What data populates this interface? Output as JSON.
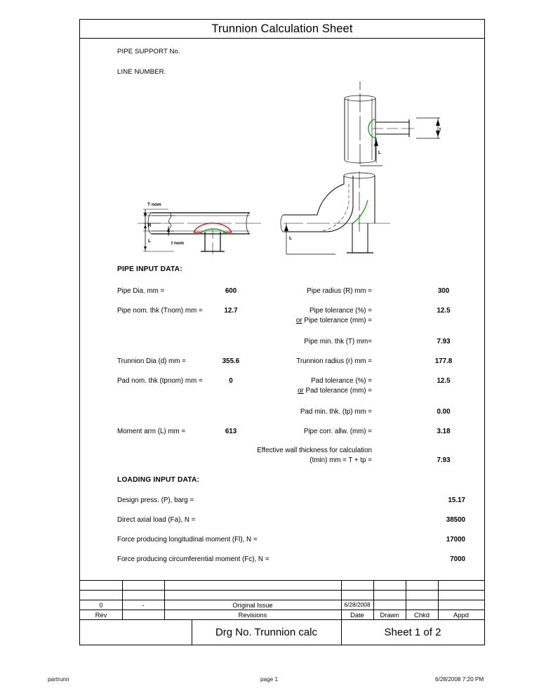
{
  "sheet": {
    "title": "Trunnion Calculation Sheet",
    "header_fields": [
      {
        "label": "PIPE SUPPORT No."
      },
      {
        "label": "LINE NUMBER."
      }
    ]
  },
  "pipe_input": {
    "heading": "PIPE INPUT DATA:",
    "left_rows": [
      {
        "label": "Pipe Dia. mm =",
        "value": "600"
      },
      {
        "label": "Pipe nom. thk (Tnom) mm =",
        "value": "12.7"
      },
      {
        "label": "Trunnion Dia (d) mm =",
        "value": "355.6"
      },
      {
        "label": "Pad nom. thk (tpnom) mm =",
        "value": "0"
      },
      {
        "label": "Moment arm (L) mm =",
        "value": "613"
      }
    ],
    "right_rows": [
      {
        "label": "Pipe radius (R) mm =",
        "value": "300"
      },
      {
        "label": "Pipe tolerance (%) =",
        "value": "12.5"
      },
      {
        "label_or": "or",
        "label": "Pipe tolerance (mm) =",
        "value": ""
      },
      {
        "label": "Pipe min. thk (T) mm=",
        "value": "7.93"
      },
      {
        "label": "Trunnion radius (r) mm =",
        "value": "177.8"
      },
      {
        "label": "Pad  tolerance (%) =",
        "value": "12.5"
      },
      {
        "label_or": "or",
        "label": "Pad tolerance (mm) =",
        "value": ""
      },
      {
        "label": "Pad min. thk. (tp) mm =",
        "value": "0.00"
      },
      {
        "label": "Pipe corr. allw. (mm) =",
        "value": "3.18"
      }
    ],
    "effective": {
      "line1": "Effective wall thickness for calculation",
      "line2": "(tmin) mm = T + tp =",
      "value": "7.93"
    }
  },
  "loading_input": {
    "heading": "LOADING INPUT DATA:",
    "rows": [
      {
        "label": "Design press. (P), barg =",
        "value": "15.17"
      },
      {
        "label": "Direct axial load (Fa), N =",
        "value": "38500"
      },
      {
        "label": "Force producing longitudinal moment (Fl), N =",
        "value": "17000"
      },
      {
        "label": "Force producing circumferential moment (Fc), N =",
        "value": "7000"
      }
    ]
  },
  "diagram": {
    "labels": {
      "t_nom_upper": "T nom",
      "radius": "R",
      "t_nom_lower": "t nom",
      "moment_arm": "L",
      "moment_arm_elbow": "L",
      "moment_arm_tee": "L",
      "thickness_tee": "t"
    },
    "colors": {
      "pad_outline": "#cc0000",
      "weld_line": "#00a800",
      "line": "#000000"
    }
  },
  "revision_table": {
    "rows": [
      {
        "rev": "",
        "by": "",
        "revisions": "",
        "date": "",
        "drawn": "",
        "chkd": "",
        "appd": ""
      },
      {
        "rev": "",
        "by": "",
        "revisions": "",
        "date": "",
        "drawn": "",
        "chkd": "",
        "appd": ""
      },
      {
        "rev": "0",
        "by": "-",
        "revisions": "Original Issue",
        "date": "6/28/2008",
        "drawn": "",
        "chkd": "",
        "appd": ""
      }
    ],
    "headers": {
      "rev": "Rev",
      "by": "",
      "revisions": "Revisions",
      "date": "Date",
      "drawn": "Drawn",
      "chkd": "Chkd",
      "appd": "Appd"
    },
    "footer_row": {
      "left": "",
      "drawing_no": "Drg No.  Trunnion calc",
      "sheet": "Sheet 1  of  2"
    }
  },
  "page_footer": {
    "left": "partrunn",
    "center": "page 1",
    "right": "6/28/2008 7:20 PM"
  }
}
